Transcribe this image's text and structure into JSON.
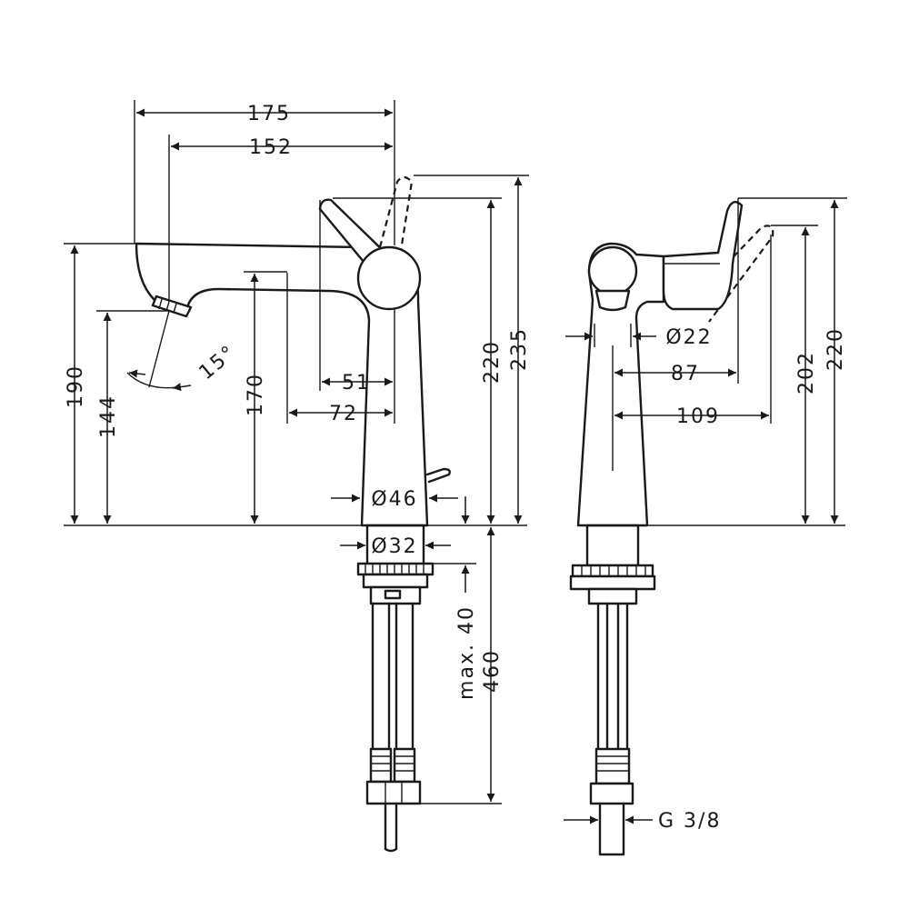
{
  "side_view": {
    "dims": {
      "w175": "175",
      "w152": "152",
      "h190": "190",
      "h144": "144",
      "angle": "15°",
      "h170": "170",
      "d51": "51",
      "d72": "72",
      "h220": "220",
      "h235": "235",
      "dia46": "Ø46",
      "dia32": "Ø32",
      "max40": "max. 40",
      "h460": "460"
    }
  },
  "front_view": {
    "dims": {
      "dia22": "Ø22",
      "d87": "87",
      "d109": "109",
      "h202": "202",
      "h220": "220",
      "thread": "G 3/8"
    }
  }
}
